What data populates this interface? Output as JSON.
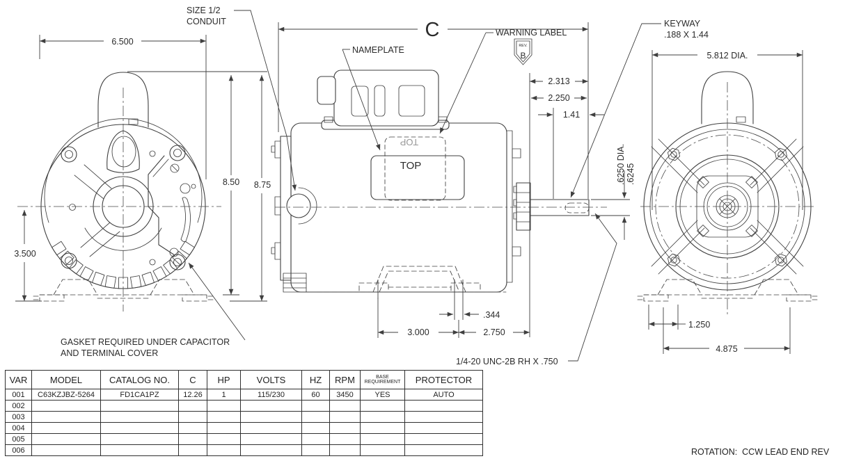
{
  "annotations": {
    "conduit_size_line1": "SIZE 1/2",
    "conduit_size_line2": "CONDUIT",
    "nameplate_label": "NAMEPLATE",
    "warning_label": "WARNING LABEL",
    "rev_badge_small": "REV.",
    "rev_badge_letter": "B",
    "length_ref_letter": "C",
    "keyway_line1": "KEYWAY",
    "keyway_line2": ".188 X 1.44",
    "gasket_note_line1": "GASKET REQUIRED UNDER CAPACITOR",
    "gasket_note_line2": "AND TERMINAL COVER",
    "shaft_thread_note": "1/4-20 UNC-2B RH X .750",
    "top_marking": "TOP",
    "top_marking_hidden": "TOP"
  },
  "dimensions": {
    "front_overall_width": "6.500",
    "frame_height": "8.50",
    "overall_height": "8.75",
    "centerline_height": "3.500",
    "shaft_ext_to_face": "2.313",
    "shaft_length": "2.250",
    "keyway_flat_length": "1.41",
    "shaft_dia_max": ".6250  DIA.",
    "shaft_dia_min": ".6245",
    "foot_slot_width": ".344",
    "foot_bolt_spacing": "3.000",
    "foot_to_shaft_face": "2.750",
    "rear_diameter": "5.812  DIA.",
    "rear_foot_offset": "1.250",
    "rear_foot_spread": "4.875"
  },
  "table": {
    "headers": [
      "VAR",
      "MODEL",
      "CATALOG NO.",
      "C",
      "HP",
      "VOLTS",
      "HZ",
      "RPM",
      "BASE REQUIREMENT",
      "PROTECTOR"
    ],
    "rows": [
      [
        "001",
        "C63KZJBZ-5264",
        "FD1CA1PZ",
        "12.26",
        "1",
        "115/230",
        "60",
        "3450",
        "YES",
        "AUTO"
      ],
      [
        "002",
        "",
        "",
        "",
        "",
        "",
        "",
        "",
        "",
        ""
      ],
      [
        "003",
        "",
        "",
        "",
        "",
        "",
        "",
        "",
        "",
        ""
      ],
      [
        "004",
        "",
        "",
        "",
        "",
        "",
        "",
        "",
        "",
        ""
      ],
      [
        "005",
        "",
        "",
        "",
        "",
        "",
        "",
        "",
        "",
        ""
      ],
      [
        "006",
        "",
        "",
        "",
        "",
        "",
        "",
        "",
        "",
        ""
      ]
    ]
  },
  "notes": {
    "rotation": "ROTATION:  CCW LEAD END REV"
  }
}
